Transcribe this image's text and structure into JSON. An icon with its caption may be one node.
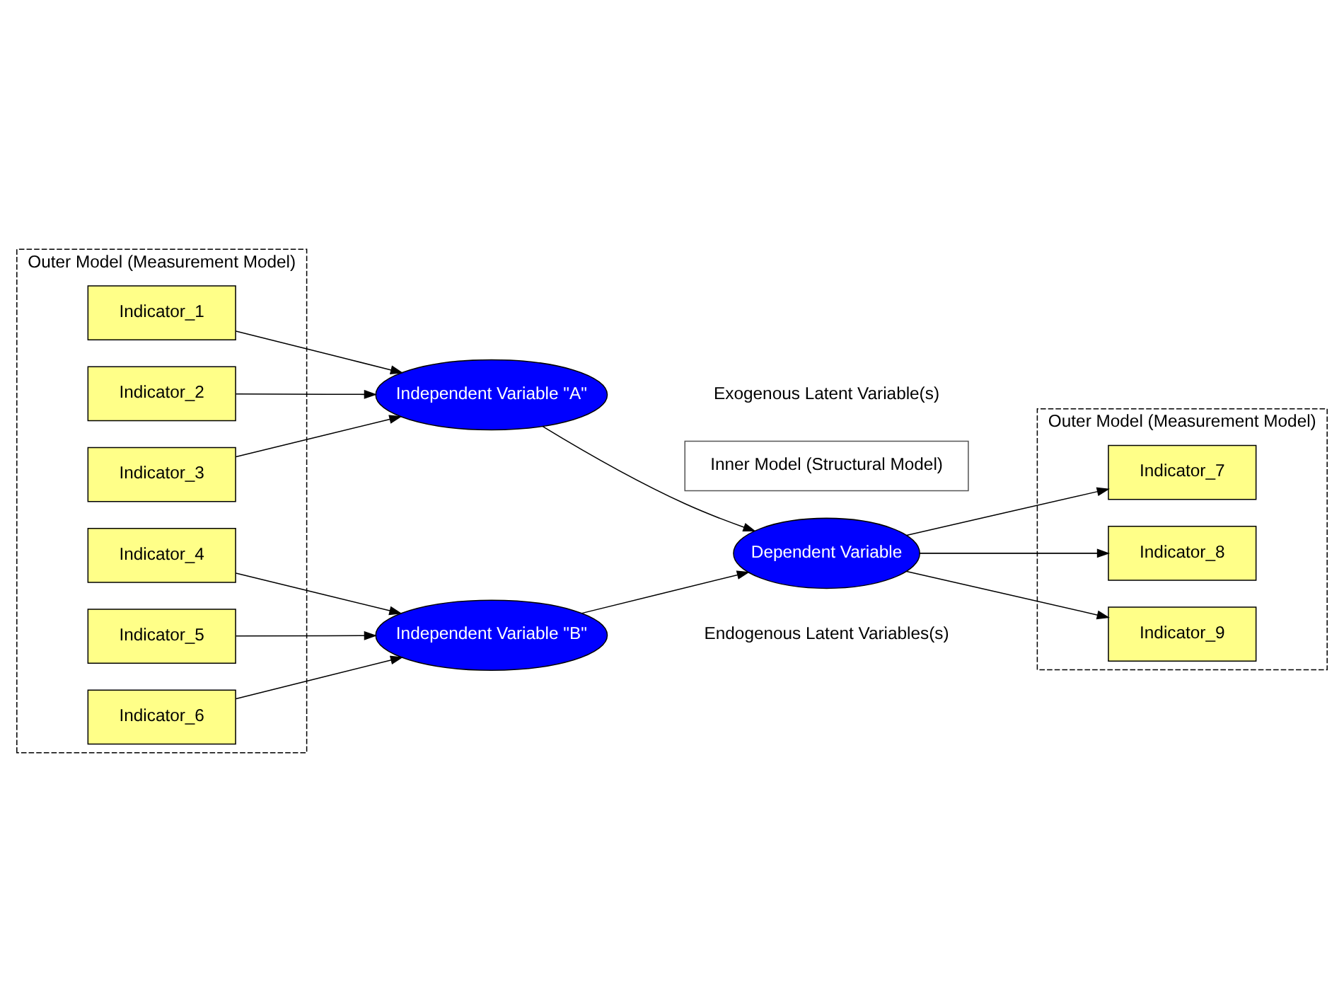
{
  "diagram": {
    "nodes": [
      {
        "text": [
          "Inner Model (Structural Model)"
        ]
      },
      {
        "text": [
          "Outer Model (Measurement Model)"
        ]
      },
      {
        "text": [
          "Outer Model (Measurement Model)"
        ]
      },
      {
        "text": [
          "Indicator_1"
        ],
        "in": 1
      },
      {
        "text": [
          "Indicator_2"
        ],
        "in": 1
      },
      {
        "text": [
          "Indicator_3"
        ],
        "in": 1
      },
      {
        "text": [
          "Indicator_4"
        ],
        "in": 1
      },
      {
        "text": [
          "Indicator_5"
        ],
        "in": 1
      },
      {
        "text": [
          "Indicator_6"
        ],
        "in": 1
      },
      {
        "text": [
          "Independent Variable \"A\""
        ]
      },
      {
        "text": [
          "Independent Variable \"B\""
        ]
      },
      {
        "text": [
          "Dependent Variable"
        ]
      },
      {
        "text": [
          "Indicator_7"
        ],
        "in": 2
      },
      {
        "text": [
          "Indicator_8"
        ],
        "in": 2
      },
      {
        "text": [
          "Indicator_9"
        ],
        "in": 2
      }
    ],
    "edges": [
      {
        "from": 3,
        "to": 9,
        "arrow": "to"
      },
      {
        "from": 4,
        "to": 9,
        "arrow": "to"
      },
      {
        "from": 5,
        "to": 9,
        "arrow": "to"
      },
      {
        "from": 6,
        "to": 10,
        "arrow": "to"
      },
      {
        "from": 7,
        "to": 10,
        "arrow": "to"
      },
      {
        "from": 8,
        "to": 10,
        "arrow": "to"
      },
      {
        "from": 9,
        "to": 11,
        "arrow": "to"
      },
      {
        "from": 10,
        "to": 11,
        "arrow": "to"
      },
      {
        "from": 11,
        "to": 12,
        "arrow": "to"
      },
      {
        "from": 11,
        "to": 13,
        "arrow": "to"
      },
      {
        "from": 11,
        "to": 14,
        "arrow": "to"
      }
    ],
    "labels": [
      "Exogenous Latent Variable(s)",
      "Endogenous Latent Variables(s)"
    ]
  }
}
